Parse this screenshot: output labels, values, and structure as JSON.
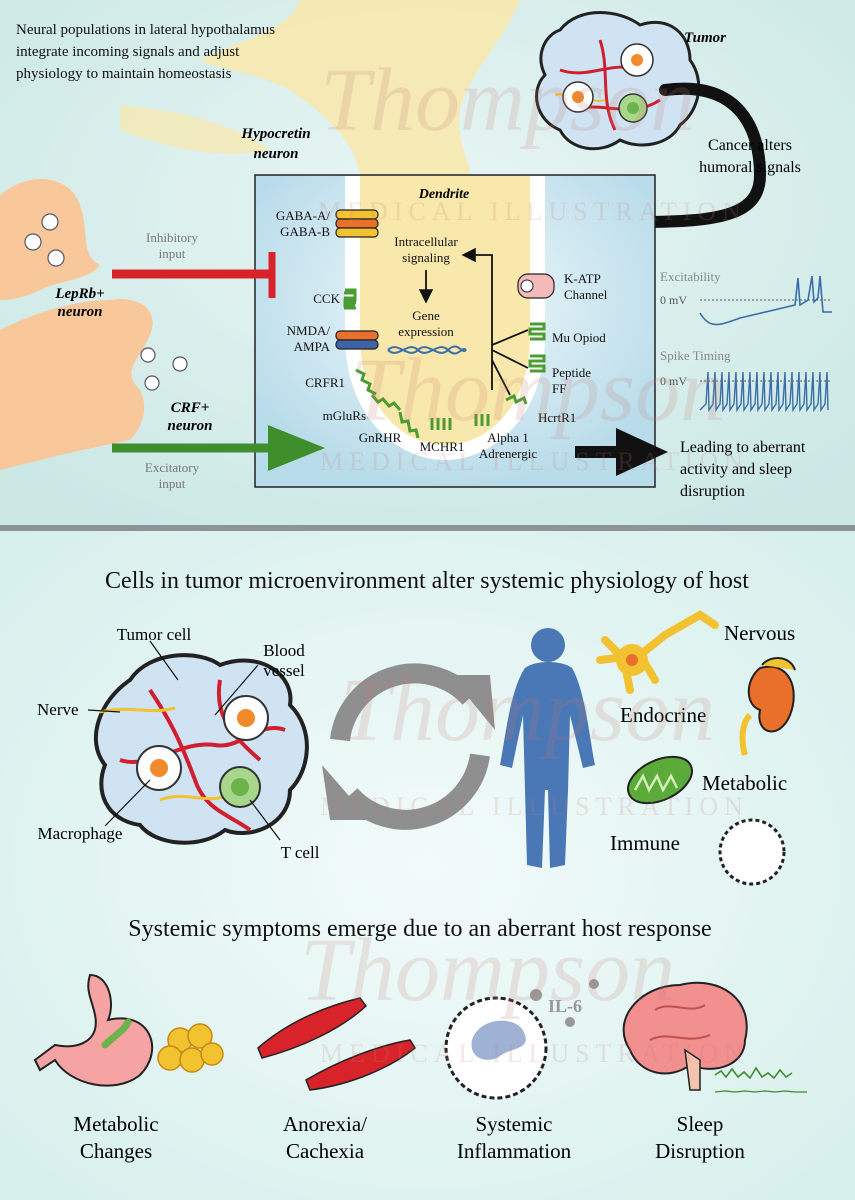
{
  "top": {
    "intro": [
      "Neural populations in lateral hypothalamus",
      "integrate incoming signals and adjust",
      "physiology to maintain homeostasis"
    ],
    "hypocretin": [
      "Hypocretin",
      "neuron"
    ],
    "tumor": "Tumor",
    "cancer_alters": [
      "Cancer alters",
      "humoral signals"
    ],
    "dendrite": "Dendrite",
    "inhibitory": [
      "Inhibitory",
      "input"
    ],
    "excitatory": [
      "Excitatory",
      "input"
    ],
    "lepr": [
      "LepRb+",
      "neuron"
    ],
    "crf": [
      "CRF+",
      "neuron"
    ],
    "gaba": [
      "GABA-A/",
      "GABA-B"
    ],
    "intracellular": [
      "Intracellular",
      "signaling"
    ],
    "gene": [
      "Gene",
      "expression"
    ],
    "katp": [
      "K-ATP",
      "Channel"
    ],
    "cck": "CCK",
    "nmda": [
      "NMDA/",
      "AMPA"
    ],
    "mu": "Mu Opiod",
    "peptide": [
      "Peptide",
      "FF"
    ],
    "crfr1": "CRFR1",
    "mglurs": "mGluRs",
    "gnrhr": "GnRHR",
    "mchr1": "MCHR1",
    "alpha": [
      "Alpha 1",
      "Adrenergic"
    ],
    "hcrtr1": "HcrtR1",
    "leading": [
      "Leading to aberrant",
      "activity and sleep",
      "disruption"
    ],
    "excitability": "Excitability",
    "spike_timing": "Spike Timing",
    "mv": "0 mV"
  },
  "middle": {
    "title": "Cells in tumor microenvironment alter systemic physiology of host",
    "tumor_cell": "Tumor cell",
    "blood_vessel": [
      "Blood",
      "vessel"
    ],
    "nerve": "Nerve",
    "macrophage": "Macrophage",
    "t_cell": "T cell",
    "systems": [
      "Nervous",
      "Endocrine",
      "Metabolic",
      "Immune"
    ]
  },
  "bottom": {
    "title": "Systemic symptoms emerge due to an aberrant host response",
    "il6": "IL-6",
    "symptoms": [
      [
        "Metabolic",
        "Changes"
      ],
      [
        "Anorexia/",
        "Cachexia"
      ],
      [
        "Systemic",
        "Inflammation"
      ],
      [
        "Sleep",
        "Disruption"
      ]
    ]
  },
  "watermark": {
    "name": "Thompson",
    "sub": "MEDICAL ILLUSTRATION"
  },
  "colors": {
    "top_bg": "#d2ece9",
    "neuron": "#f9e8ab",
    "input_neuron": "#f8c79a",
    "inhibitory": "#d8232a",
    "excitatory": "#3e8e2c",
    "receptor": "#5aab3a",
    "trace": "#3b6ea9",
    "human": "#4a77b5"
  }
}
